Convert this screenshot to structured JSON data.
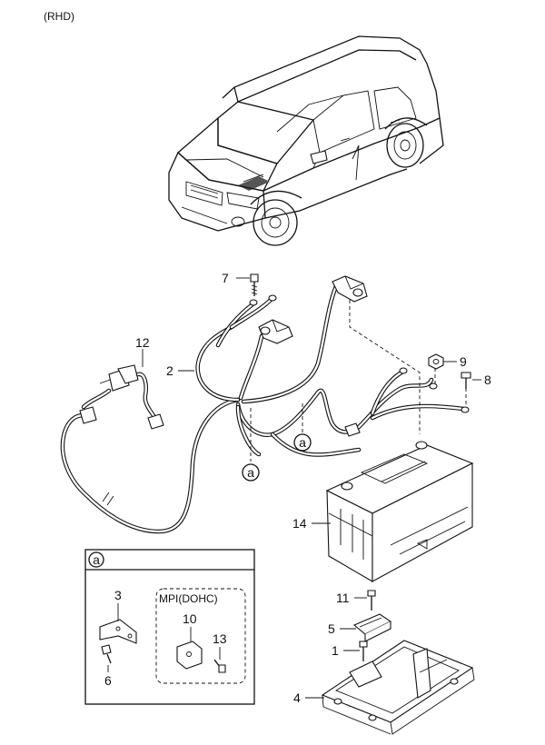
{
  "header": {
    "variant": "(RHD)"
  },
  "inset": {
    "ref_letter": "a",
    "group_label": "MPI(DOHC)"
  },
  "callouts": {
    "p1": "1",
    "p2": "2",
    "p3": "3",
    "p4": "4",
    "p5": "5",
    "p6": "6",
    "p7": "7",
    "p8": "8",
    "p9": "9",
    "p10": "10",
    "p11": "11",
    "p12": "12",
    "p13": "13",
    "p14": "14"
  },
  "ref_markers": {
    "ref1": "a",
    "ref2": "a"
  }
}
